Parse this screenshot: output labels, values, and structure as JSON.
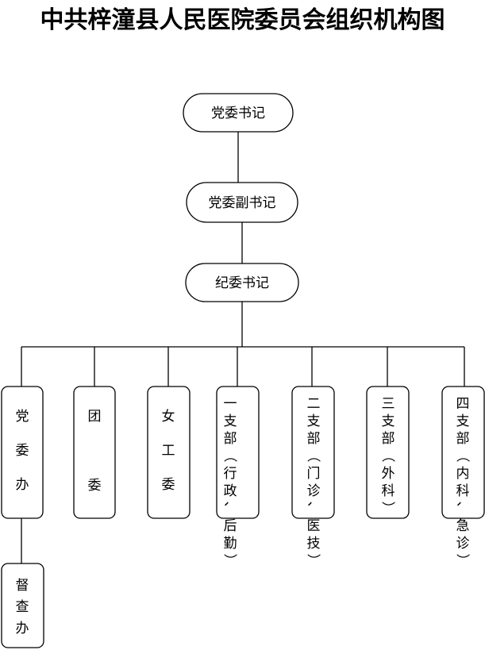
{
  "title": "中共梓潼县人民医院委员会组织机构图",
  "nodes": {
    "secretary": "党委书记",
    "deputy_secretary": "党委副书记",
    "discipline_secretary": "纪委书记",
    "party_office": "党委办",
    "youth_league": "团委",
    "women_committee": "女工委",
    "branch_1": "一支部（行政、后勤）",
    "branch_2": "二支部（门诊、医技）",
    "branch_3": "三支部（外科）",
    "branch_4": "四支部（内科、急诊）",
    "inspection_office": "督查办"
  }
}
